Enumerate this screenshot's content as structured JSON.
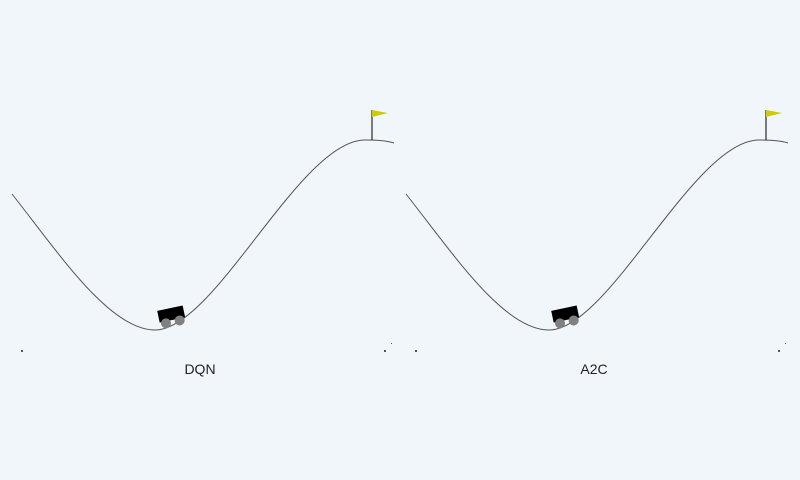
{
  "panels": [
    {
      "label": "DQN"
    },
    {
      "label": "A2C"
    }
  ],
  "colors": {
    "background": "#f0f6fa",
    "track": "#555555",
    "car_body": "#000000",
    "wheel": "#808080",
    "flag": "#cccc00",
    "flagpole": "#000000"
  },
  "icons": [
    "mountain-track",
    "car-icon",
    "goal-flag-icon"
  ]
}
